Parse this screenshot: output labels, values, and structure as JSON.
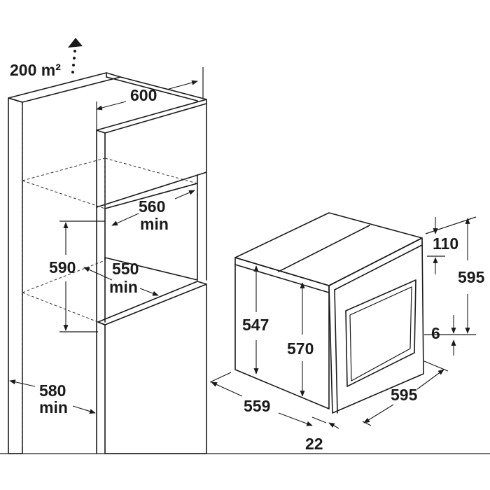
{
  "labels": {
    "ventilation": "200 m²",
    "cabinet_width": "600",
    "opening_depth_1": "560",
    "opening_depth_2": "min",
    "opening_height": "590",
    "opening_width_1": "550",
    "opening_width_2": "min",
    "cabinet_depth_1": "580",
    "cabinet_depth_2": "min",
    "top_gap": "110",
    "oven_height_total": "595",
    "body_height_1": "547",
    "body_height_2": "570",
    "bottom_gap": "6",
    "body_depth": "559",
    "oven_width": "595",
    "door_thickness": "22"
  }
}
